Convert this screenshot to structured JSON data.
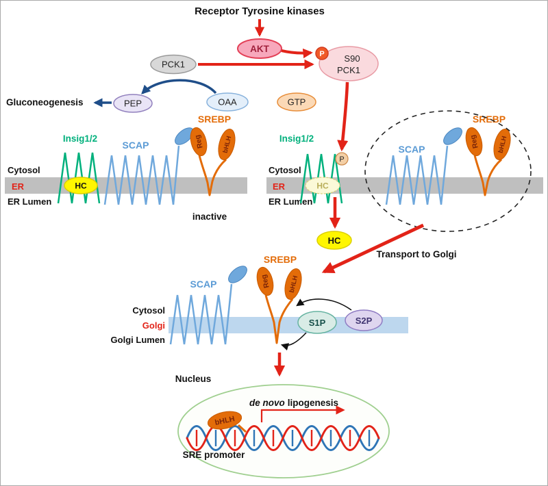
{
  "signaling": {
    "receptor": "Receptor Tyrosine kinases",
    "akt": "AKT",
    "pck1": "PCK1",
    "phospho_pck1": {
      "phospho": "P",
      "site": "S90",
      "name": "PCK1"
    },
    "pep": "PEP",
    "oaa": "OAA",
    "gtp": "GTP",
    "gluconeogenesis": "Gluconeogenesis"
  },
  "er": {
    "insig": "Insig1/2",
    "scap": "SCAP",
    "srebp": "SREBP",
    "reg": "Reg",
    "bhlh": "bHLH",
    "hc": "HC",
    "phospho": "P",
    "cytosol": "Cytosol",
    "er": "ER",
    "er_lumen": "ER Lumen",
    "inactive": "inactive"
  },
  "golgi": {
    "transport": "Transport to Golgi",
    "golgi": "Golgi",
    "golgi_lumen": "Golgi Lumen",
    "s1p": "S1P",
    "s2p": "S2P"
  },
  "nucleus": {
    "label": "Nucleus",
    "bhlh": "bHLH",
    "de_novo": "de novo",
    "lipogenesis": "lipogenesis",
    "sre_promoter": "SRE promoter"
  },
  "colors": {
    "arrow_red": "#e22318",
    "arrow_blue": "#1f4e89",
    "insig_green": "#00b07c",
    "scap_blue": "#5b9bd5",
    "srebp_orange": "#e36c09",
    "hc_yellow": "#fff600",
    "er_membrane": "#bfbfbf",
    "golgi_membrane": "#bdd7ee",
    "nucleus_green": "#9fcf8f"
  }
}
